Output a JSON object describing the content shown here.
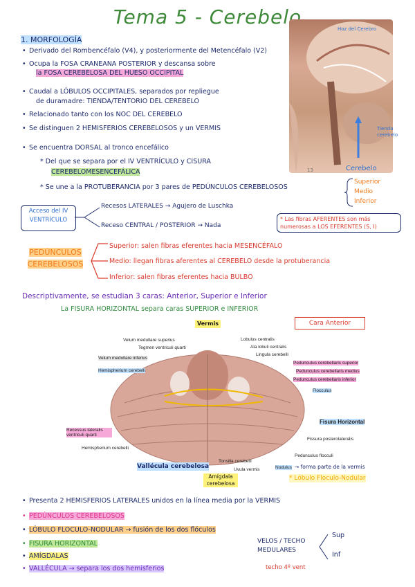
{
  "title": "Tema 5 - Cerebelo",
  "section_morfologia": "1. MORFOLOGÍA",
  "lines": {
    "l1": "Derivado del Rombencéfalo (V4), y posteriormente del Metencéfalo (V2)",
    "l2a": "Ocupa la FOSA CRANEANA POSTERIOR y descansa sobre",
    "l2b": "la FOSA CEREBELOSA DEL HUESO OCCIPITAL",
    "l3a": "Caudal a LÓBULOS OCCIPITALES, separados por repliegue",
    "l3b": "de duramadre: TIENDA/TENTORIO DEL CEREBELO",
    "l4": "Relacionado tanto con los NOC DEL CEREBELO",
    "l5": "Se distinguen 2 HEMISFERIOS CEREBELOSOS y un VERMIS",
    "l6": "Se encuentra DORSAL al tronco encefálico",
    "l7a": "* Del que se separa por el IV VENTRÍCULO y CISURA",
    "l7b": "CEREBELOMESENCEFÁLICA",
    "l8": "* Se une a la PROTUBERANCIA por 3 pares de PEDÚNCULOS CEREBELOSOS"
  },
  "pedunculos_list": [
    "Superior",
    "Medio",
    "Inferior"
  ],
  "acceso": {
    "label": "Acceso del IV VENTRÍCULO",
    "lateral": "Recesos LATERALES → Agujero de Luschka",
    "central": "Receso CENTRAL / POSTERIOR → Nada"
  },
  "fibras_note": "* Las fibras AFERENTES son más numerosas a LOS EFERENTES (S, I)",
  "pedunculos": {
    "label": "PEDÚNCULOS CEREBELOSOS",
    "superior": "Superior: salen fibras eferentes hacia MESENCÉFALO",
    "medio": "Medio: llegan fibras aferentes al CEREBELO desde la protuberancia",
    "inferior": "Inferior: salen fibras eferentes hacia BULBO"
  },
  "descriptiva": {
    "line": "Descriptivamente, se estudian 3 caras: Anterior, Superior e Inferior",
    "fisura": "La FISURA HORIZONTAL separa caras SUPERIOR e INFERIOR"
  },
  "photo_labels": {
    "hoz": "Hoz del Cerebro",
    "tienda": "Tienda cerebelo",
    "num": "13",
    "cerebelo": "Cerebelo"
  },
  "figure": {
    "cara": "Cara Anterior",
    "vermis": "Vermis",
    "left_labels": [
      "Velum medullare superius",
      "Tegmen ventriculi quarti",
      "Velum medullare inferius",
      "Hemispherium cerebelli"
    ],
    "right_labels": [
      "Lobulus centralis",
      "Ala lobuli centralis",
      "Lingula cerebelli",
      "Pedunculus cerebellaris superior",
      "Pedunculus cerebellaris medius",
      "Pedunculus cerebellaris inferior",
      "Flocculus"
    ],
    "fisura_horizontal": "Fisura Horizontal",
    "recesus": "Recessus lateralis ventriculi quarti",
    "hemispherium2": "Hemispherium cerebelli",
    "fisura_post": "Fissura posterolateralis",
    "ped_flocculi": "Pedunculus flocculi",
    "tonsilla": "Tonsilla cerebelli",
    "uvula": "Uvula vermis",
    "nodulus": "Nodulus",
    "nodulus_note": "→ forma parte de la vermis",
    "vallecula": "Vallécula cerebelosa",
    "amigdala": "Amígdala cerebelosa",
    "lobulo": "* Lóbulo Floculo-Nodular"
  },
  "bottom": {
    "b1": "Presenta 2 HEMISFERIOS LATERALES unidos en la línea media por la VERMIS",
    "b2": "PEDÚNCULOS CEREBELOSOS",
    "b3": "LÓBULO FLOCULO-NODULAR → fusión de los dos flóculos",
    "b4": "FISURA HORIZONTAL",
    "b5": "AMÍGDALAS",
    "b6": "VALLÉCULA → separa los dos hemisferios",
    "velos": "VELOS / TECHO MEDULARES",
    "sup": "Sup",
    "inf": "Inf",
    "techo": "techo 4º vent"
  }
}
